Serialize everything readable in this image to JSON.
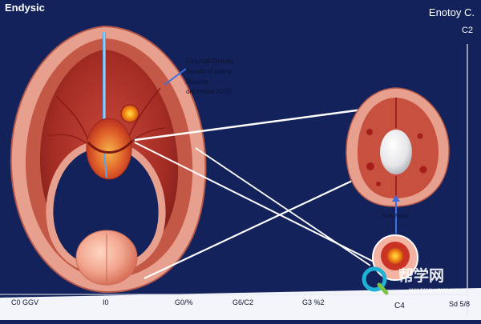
{
  "title_left": "Endysic",
  "title_right": "Enotoy C.",
  "subtitle_right": "C2",
  "annotation_lines": [
    "Ernphalil Oclcats",
    "Tetrath of peany",
    "Rovane",
    "orp brancl (C/R)"
  ],
  "arrow_label": "Enol Noex",
  "axis_ticks": [
    "C0 GGV",
    "I0",
    "G0/%",
    "G6/C2",
    "G3 %2",
    "C4",
    "Sd 5/8"
  ],
  "watermark": {
    "text": "帮学网",
    "url": "www.bangxuetang.com"
  },
  "colors": {
    "background": "#13225a",
    "tissue": "#e8a08e",
    "muscle": "#b23a2e",
    "lesion": "#f59a1e",
    "axis": "#e6e9f2"
  },
  "icons": [
    "watermark-logo-icon"
  ]
}
